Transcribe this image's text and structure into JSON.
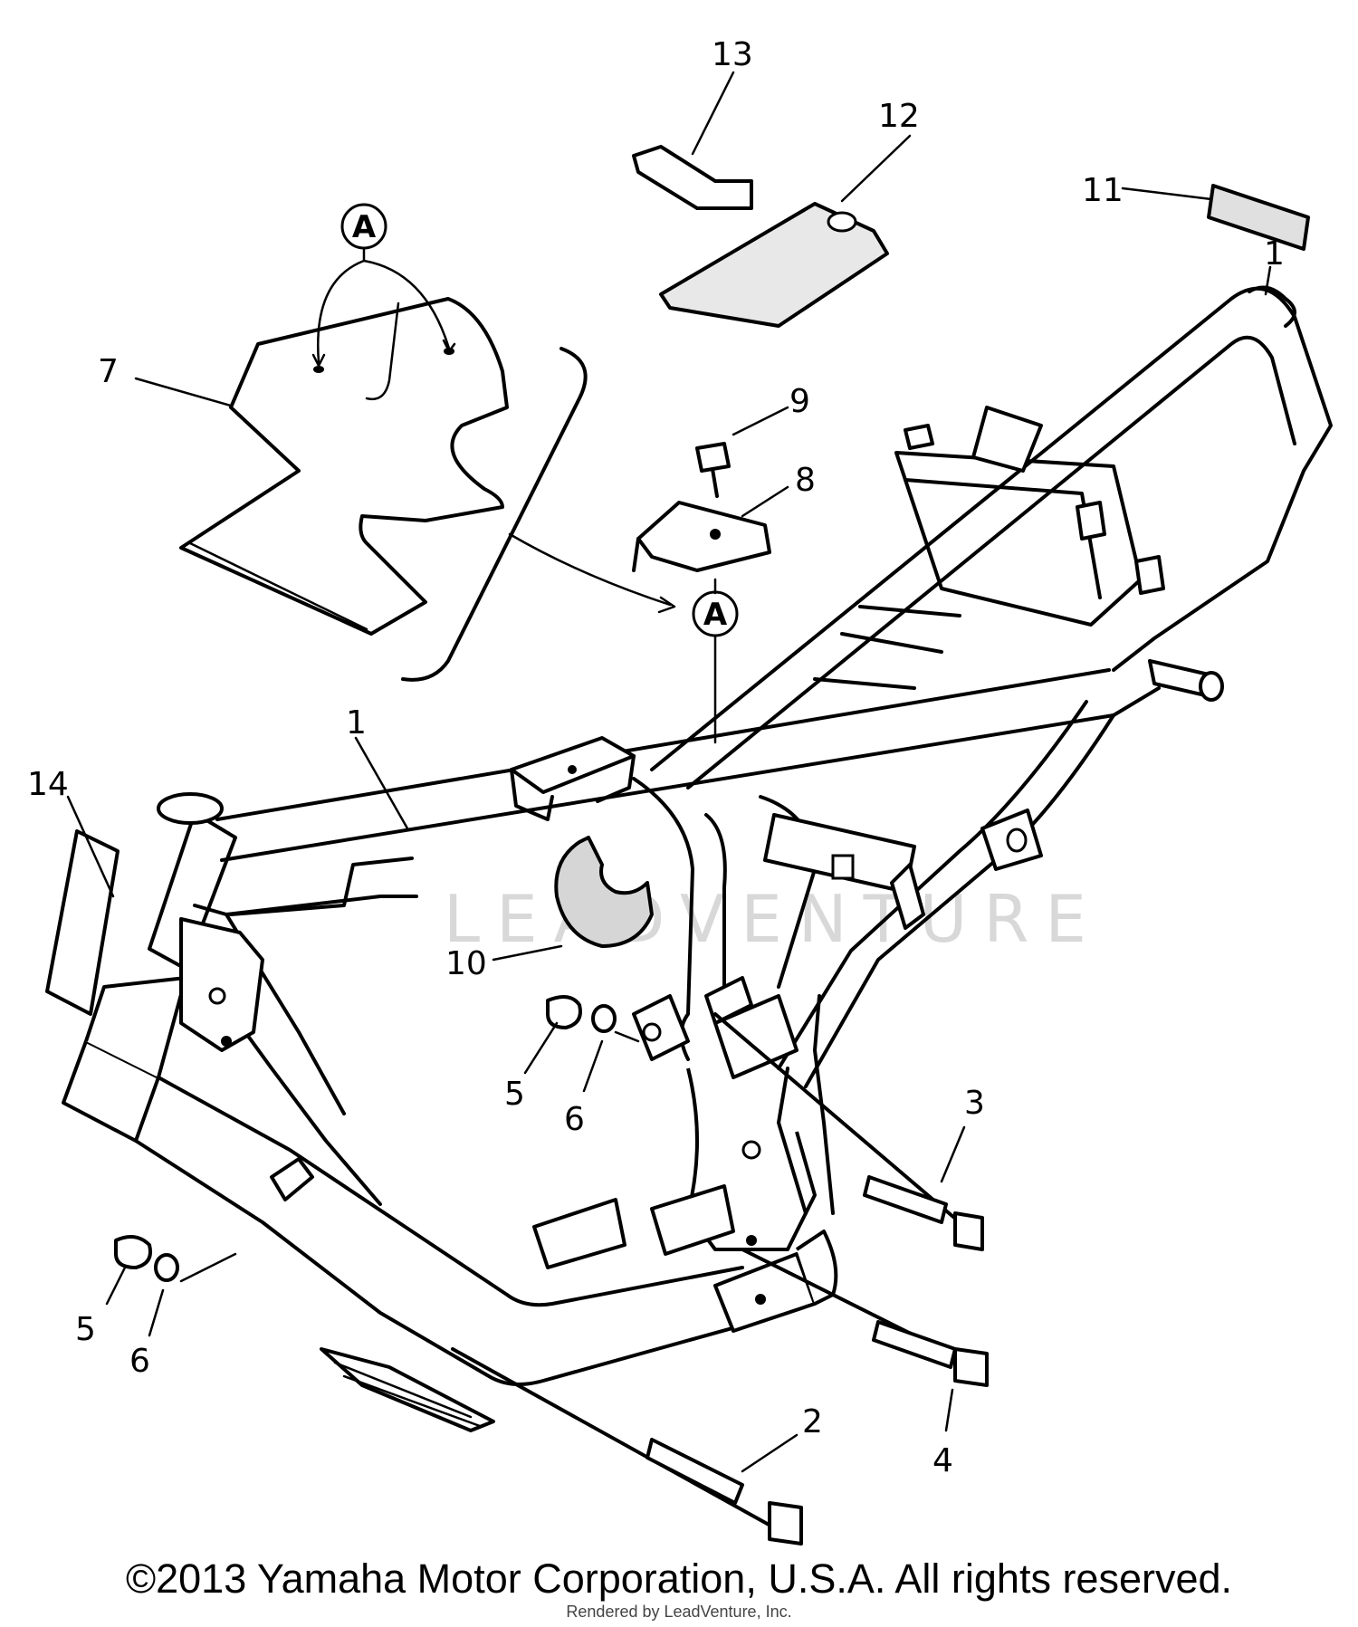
{
  "callouts": [
    "1",
    "1",
    "2",
    "3",
    "4",
    "5",
    "6",
    "5",
    "6",
    "7",
    "8",
    "9",
    "10",
    "11",
    "12",
    "13",
    "14"
  ],
  "reference_marker": "A",
  "watermark": "LEADVENTURE",
  "copyright": "©2013 Yamaha Motor Corporation, U.S.A. All rights reserved.",
  "rendered_by": "Rendered by LeadVenture, Inc."
}
